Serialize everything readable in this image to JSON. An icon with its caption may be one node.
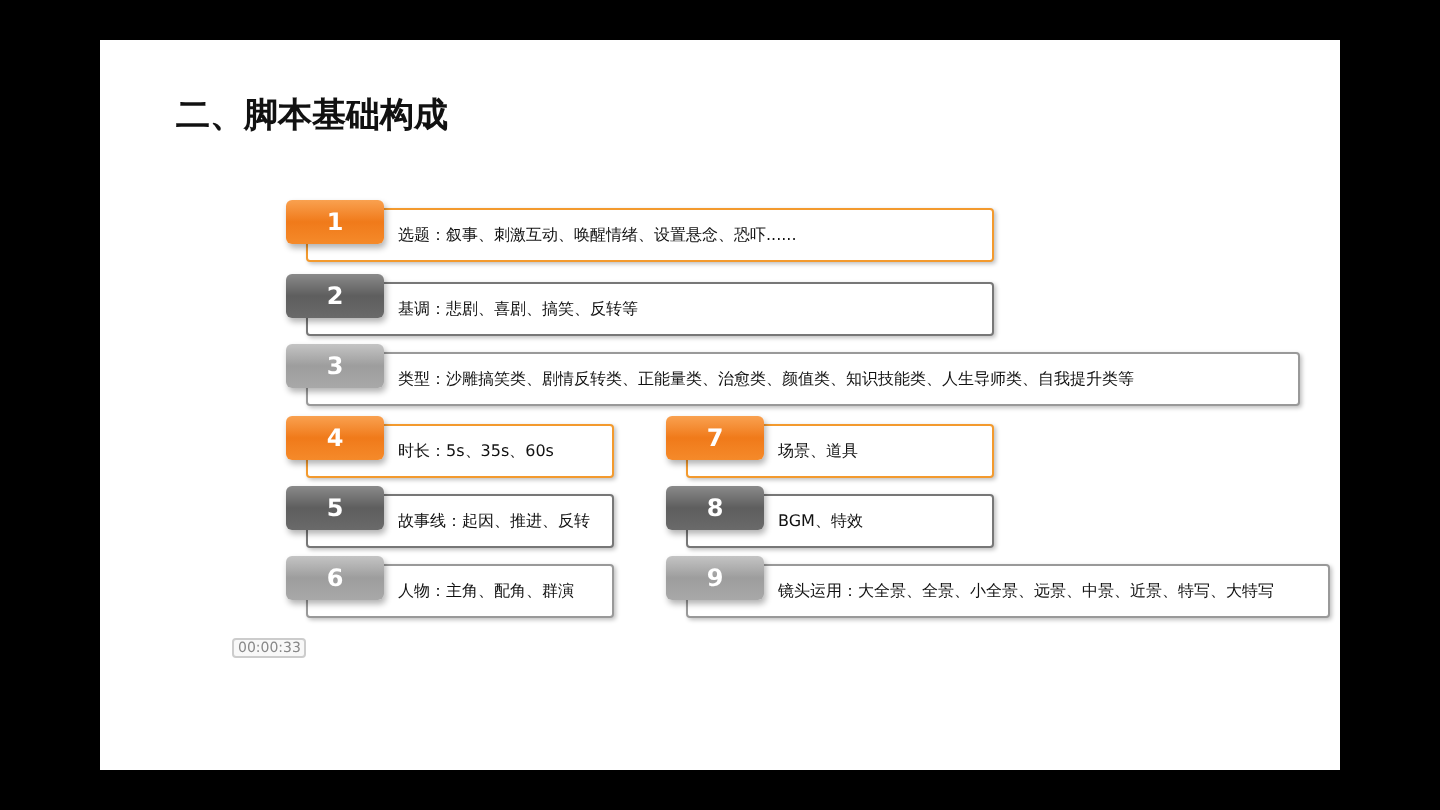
{
  "diagram": {
    "title": "二、脚本基础构成",
    "nodes": [
      {
        "text": [
          "1",
          "选题：叙事、刺激互动、唤醒情绪、设置悬念、恐吓......"
        ]
      },
      {
        "text": [
          "2",
          "基调：悲剧、喜剧、搞笑、反转等"
        ]
      },
      {
        "text": [
          "3",
          "类型：沙雕搞笑类、剧情反转类、正能量类、治愈类、颜值类、知识技能类、人生导师类、自我提升类等"
        ]
      },
      {
        "text": [
          "4",
          "时长：5s、35s、60s"
        ]
      },
      {
        "text": [
          "7",
          "场景、道具"
        ]
      },
      {
        "text": [
          "5",
          "故事线：起因、推进、反转"
        ]
      },
      {
        "text": [
          "8",
          "BGM、特效"
        ]
      },
      {
        "text": [
          "6",
          "人物：主角、配角、群演"
        ]
      },
      {
        "text": [
          "9",
          "镜头运用：大全景、全景、小全景、远景、中景、近景、特写、大特写"
        ]
      }
    ],
    "edges": [],
    "labels": [
      "00:00:33"
    ]
  }
}
